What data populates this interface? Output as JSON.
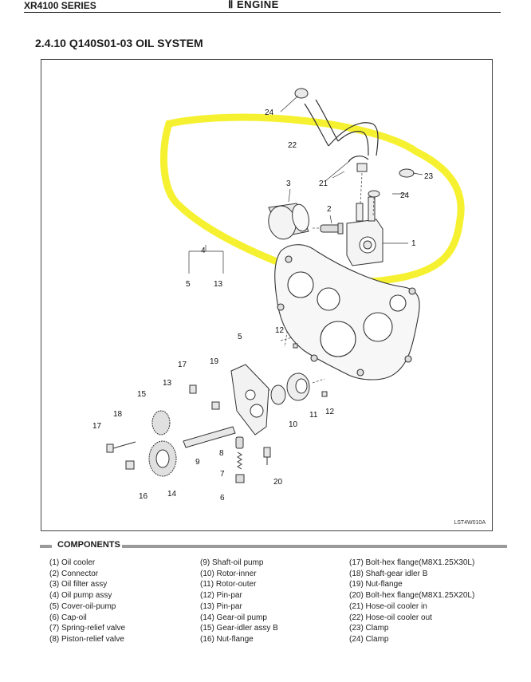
{
  "header": {
    "series": "XR4100 SERIES",
    "chapter": "Ⅱ ENGINE"
  },
  "section": {
    "title": "2.4.10 Q140S01-03 OIL SYSTEM"
  },
  "figure": {
    "code": "LST4W010A",
    "highlight_color": "#f5f01a",
    "callouts": {
      "c1": "1",
      "c2": "2",
      "c3": "3",
      "c4": "4",
      "c5a": "5",
      "c13a": "13",
      "c5": "5",
      "c6": "6",
      "c7": "7",
      "c8": "8",
      "c9": "9",
      "c10": "10",
      "c11": "11",
      "c12a": "12",
      "c12b": "12",
      "c13": "13",
      "c14": "14",
      "c15": "15",
      "c16": "16",
      "c17a": "17",
      "c17b": "17",
      "c18": "18",
      "c19": "19",
      "c20": "20",
      "c21": "21",
      "c22": "22",
      "c23": "23",
      "c24a": "24",
      "c24b": "24"
    }
  },
  "components": {
    "heading": "COMPONENTS",
    "col1": [
      "(1) Oil cooler",
      "(2) Connector",
      "(3) Oil filter assy",
      "(4) Oil pump assy",
      "(5) Cover-oil-pump",
      "(6) Cap-oil",
      "(7) Spring-relief valve",
      "(8) Piston-relief valve"
    ],
    "col2": [
      "(9) Shaft-oil pump",
      "(10) Rotor-inner",
      "(11) Rotor-outer",
      "(12) Pin-par",
      "(13) Pin-par",
      "(14) Gear-oil pump",
      "(15) Gear-idler assy B",
      "(16) Nut-flange"
    ],
    "col3": [
      "(17) Bolt-hex flange(M8X1.25X30L)",
      "(18) Shaft-gear idler B",
      "(19) Nut-flange",
      "(20) Bolt-hex flange(M8X1.25X20L)",
      "(21) Hose-oil cooler in",
      "(22) Hose-oil cooler out",
      "(23) Clamp",
      "(24) Clamp"
    ]
  }
}
